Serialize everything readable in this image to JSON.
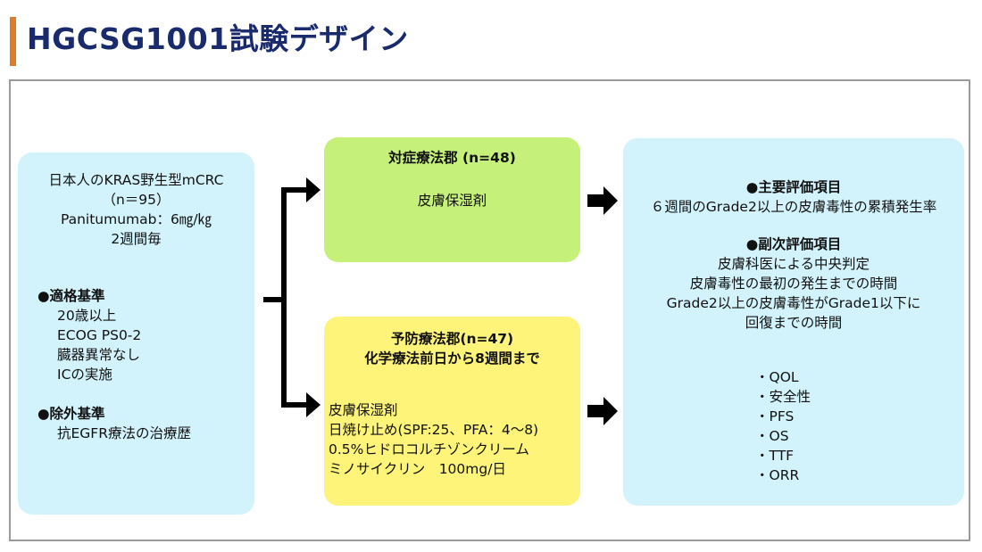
{
  "title": "HGCSG1001試験デザイン",
  "left_box": {
    "lines": [
      "日本人のKRAS野生型mCRC",
      "（n＝95）",
      "Panitumumab：6㎎/㎏",
      "2週間毎"
    ],
    "inclusion_head": "●適格基準",
    "inclusion_items": [
      "20歳以上",
      "ECOG PS0-2",
      "臓器異常なし",
      "ICの実施"
    ],
    "exclusion_head": "●除外基準",
    "exclusion_items": [
      "抗EGFR療法の治療歴"
    ]
  },
  "symptomatic_box": {
    "title": "対症療法郡 (n=48)",
    "body": "皮膚保湿剤"
  },
  "preventive_box": {
    "title_lines": [
      "予防療法郡(n=47)",
      "化学療法前日から8週間まで"
    ],
    "items": [
      "皮膚保湿剤",
      "日焼け止め(SPF:25、PFA：4～8)",
      "0.5%ヒドロコルチゾンクリーム",
      "ミノサイクリン　100mg/日"
    ]
  },
  "right_box": {
    "primary_head": "●主要評価項目",
    "primary_items": [
      "６週間のGrade2以上の皮膚毒性の累積発生率"
    ],
    "secondary_head": "●副次評価項目",
    "secondary_items": [
      "皮膚科医による中央判定",
      "皮膚毒性の最初の発生までの時間",
      "Grade2以上の皮膚毒性がGrade1以下に",
      "回復までの時間"
    ],
    "other_items": [
      "・QOL",
      "・安全性",
      "・PFS",
      "・OS",
      "・TTF",
      "・ORR"
    ]
  },
  "colors": {
    "title_text": "#1a2b6d",
    "title_accent": "#e07b2a",
    "cyan_box": "#d2f3fb",
    "green_box": "#c5f17a",
    "yellow_box": "#fef47a"
  }
}
